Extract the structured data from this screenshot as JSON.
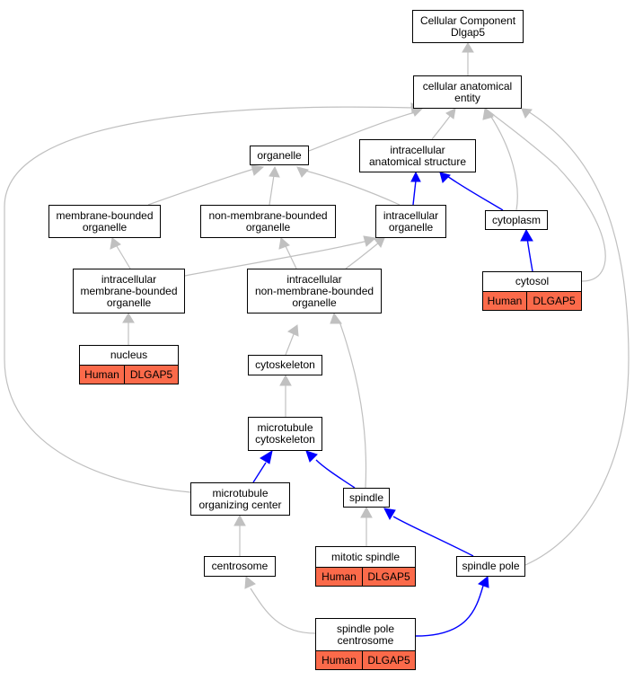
{
  "diagram": {
    "colors": {
      "is_a": "#c0c0c0",
      "part_of": "#0000ff",
      "annotation_fill": "#fb6a4a",
      "border": "#000000"
    },
    "nodes": {
      "root": {
        "lines": [
          "Cellular Component",
          "Dlgap5"
        ]
      },
      "cellular_anatomical_entity": {
        "lines": [
          "cellular anatomical",
          "entity"
        ]
      },
      "organelle": {
        "lines": [
          "organelle"
        ]
      },
      "intracellular_anatomical_structure": {
        "lines": [
          "intracellular",
          "anatomical structure"
        ]
      },
      "membrane_bounded_organelle": {
        "lines": [
          "membrane-bounded",
          "organelle"
        ]
      },
      "non_membrane_bounded_organelle": {
        "lines": [
          "non-membrane-bounded",
          "organelle"
        ]
      },
      "intracellular_organelle": {
        "lines": [
          "intracellular",
          "organelle"
        ]
      },
      "cytoplasm": {
        "lines": [
          "cytoplasm"
        ]
      },
      "intracellular_membrane_bounded_organelle": {
        "lines": [
          "intracellular",
          "membrane-bounded",
          "organelle"
        ]
      },
      "intracellular_non_membrane_bounded_organelle": {
        "lines": [
          "intracellular",
          "non-membrane-bounded",
          "organelle"
        ]
      },
      "cytoskeleton": {
        "lines": [
          "cytoskeleton"
        ]
      },
      "microtubule_cytoskeleton": {
        "lines": [
          "microtubule",
          "cytoskeleton"
        ]
      },
      "microtubule_organizing_center": {
        "lines": [
          "microtubule",
          "organizing center"
        ]
      },
      "spindle": {
        "lines": [
          "spindle"
        ]
      },
      "centrosome": {
        "lines": [
          "centrosome"
        ]
      },
      "spindle_pole": {
        "lines": [
          "spindle pole"
        ]
      }
    },
    "annotated": {
      "cytosol": {
        "lines": [
          "cytosol"
        ],
        "species": "Human",
        "gene": "DLGAP5"
      },
      "nucleus": {
        "lines": [
          "nucleus"
        ],
        "species": "Human",
        "gene": "DLGAP5"
      },
      "mitotic_spindle": {
        "lines": [
          "mitotic spindle"
        ],
        "species": "Human",
        "gene": "DLGAP5"
      },
      "spindle_pole_centrosome": {
        "lines": [
          "spindle pole",
          "centrosome"
        ],
        "species": "Human",
        "gene": "DLGAP5"
      }
    },
    "edges": [
      {
        "from": "cellular_anatomical_entity",
        "to": "root",
        "type": "is_a"
      },
      {
        "from": "organelle",
        "to": "cellular_anatomical_entity",
        "type": "is_a"
      },
      {
        "from": "intracellular_anatomical_structure",
        "to": "cellular_anatomical_entity",
        "type": "is_a"
      },
      {
        "from": "cytoplasm",
        "to": "cellular_anatomical_entity",
        "type": "is_a"
      },
      {
        "from": "cytosol",
        "to": "cellular_anatomical_entity",
        "type": "is_a"
      },
      {
        "from": "spindle_pole",
        "to": "cellular_anatomical_entity",
        "type": "is_a"
      },
      {
        "from": "microtubule_organizing_center",
        "to": "cellular_anatomical_entity",
        "type": "is_a"
      },
      {
        "from": "membrane_bounded_organelle",
        "to": "organelle",
        "type": "is_a"
      },
      {
        "from": "non_membrane_bounded_organelle",
        "to": "organelle",
        "type": "is_a"
      },
      {
        "from": "intracellular_organelle",
        "to": "organelle",
        "type": "is_a"
      },
      {
        "from": "intracellular_organelle",
        "to": "intracellular_anatomical_structure",
        "type": "part_of"
      },
      {
        "from": "cytoplasm",
        "to": "intracellular_anatomical_structure",
        "type": "part_of"
      },
      {
        "from": "cytosol",
        "to": "cytoplasm",
        "type": "part_of"
      },
      {
        "from": "intracellular_membrane_bounded_organelle",
        "to": "membrane_bounded_organelle",
        "type": "is_a"
      },
      {
        "from": "intracellular_membrane_bounded_organelle",
        "to": "intracellular_organelle",
        "type": "is_a"
      },
      {
        "from": "intracellular_non_membrane_bounded_organelle",
        "to": "non_membrane_bounded_organelle",
        "type": "is_a"
      },
      {
        "from": "intracellular_non_membrane_bounded_organelle",
        "to": "intracellular_organelle",
        "type": "is_a"
      },
      {
        "from": "nucleus",
        "to": "intracellular_membrane_bounded_organelle",
        "type": "is_a"
      },
      {
        "from": "cytoskeleton",
        "to": "intracellular_non_membrane_bounded_organelle",
        "type": "is_a"
      },
      {
        "from": "spindle",
        "to": "intracellular_non_membrane_bounded_organelle",
        "type": "is_a"
      },
      {
        "from": "microtubule_cytoskeleton",
        "to": "cytoskeleton",
        "type": "is_a"
      },
      {
        "from": "microtubule_organizing_center",
        "to": "microtubule_cytoskeleton",
        "type": "part_of"
      },
      {
        "from": "spindle",
        "to": "microtubule_cytoskeleton",
        "type": "part_of"
      },
      {
        "from": "mitotic_spindle",
        "to": "spindle",
        "type": "is_a"
      },
      {
        "from": "spindle_pole",
        "to": "spindle",
        "type": "part_of"
      },
      {
        "from": "centrosome",
        "to": "microtubule_organizing_center",
        "type": "is_a"
      },
      {
        "from": "spindle_pole_centrosome",
        "to": "centrosome",
        "type": "is_a"
      },
      {
        "from": "spindle_pole_centrosome",
        "to": "spindle_pole",
        "type": "part_of"
      }
    ]
  }
}
